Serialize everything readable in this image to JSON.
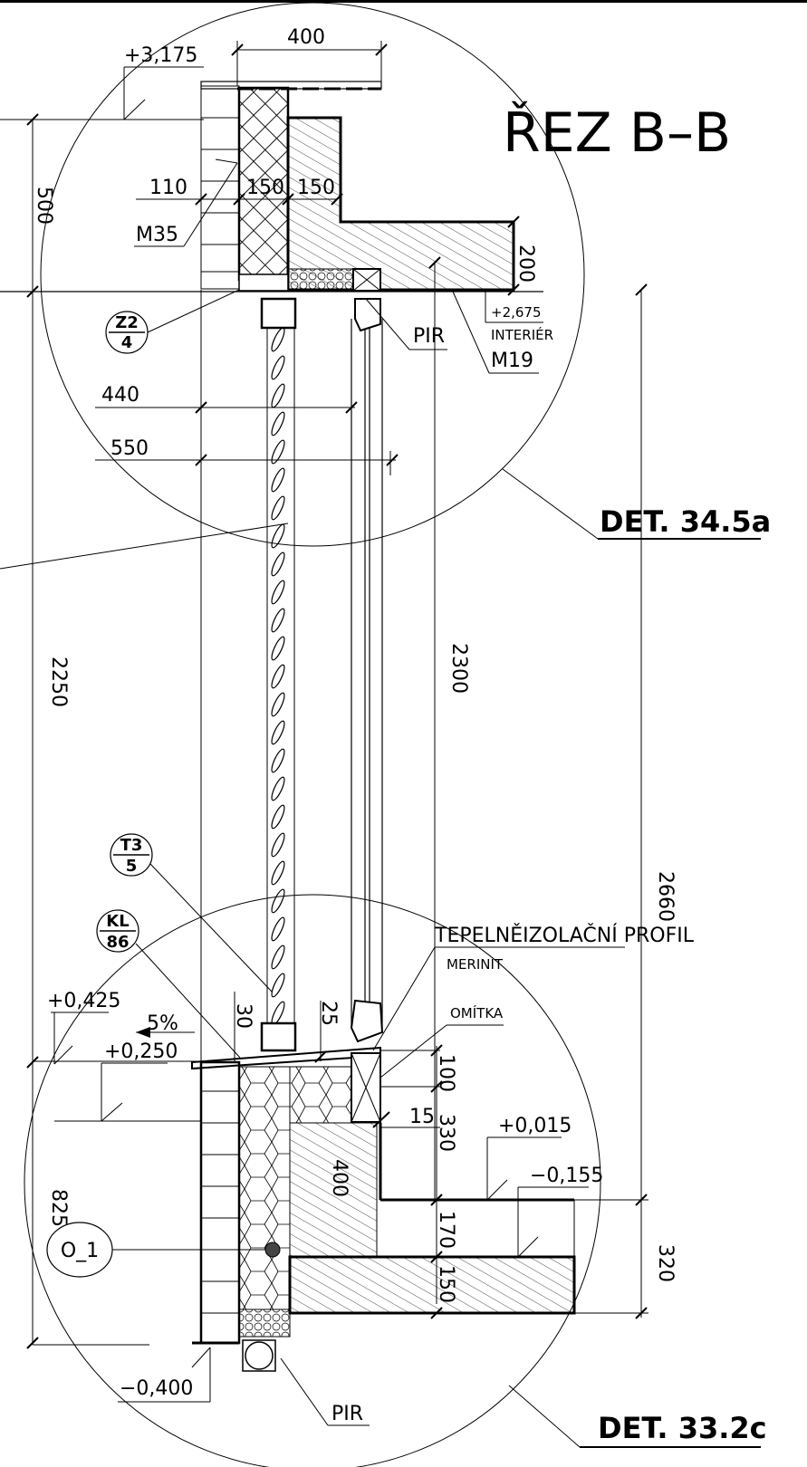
{
  "title": "ŘEZ B–B",
  "details": {
    "top": "DET. 34.5a",
    "bottom": "DET. 33.2c"
  },
  "levels": {
    "top_parapet": "+3,175",
    "interior": "+2,675",
    "interior_note": "INTERIÉR",
    "sill": "+0,425",
    "terrace": "+0,250",
    "floor": "+0,015",
    "slab_under": "−0,155",
    "ground": "−0,400"
  },
  "dims": {
    "d400": "400",
    "d110": "110",
    "d150a": "150",
    "d150b": "150",
    "d200": "200",
    "d440": "440",
    "d550": "550",
    "d500": "500",
    "d2250": "2250",
    "d2300": "2300",
    "d2660": "2660",
    "d30": "30",
    "d25": "25",
    "d100": "100",
    "d15": "15",
    "d330": "330",
    "d170": "170",
    "d150c": "150",
    "d320": "320",
    "d825": "825",
    "d400b": "400"
  },
  "slope": "5%",
  "labels": {
    "m35": "M35",
    "m19": "M19",
    "pir1": "PIR",
    "pir2": "PIR",
    "profile": "TEPELNĚIZOLAČNÍ PROFIL",
    "merinit": "MERINIT",
    "omitka": "OMÍTKA"
  },
  "bubbles": {
    "z2": {
      "top": "Z2",
      "bottom": "4"
    },
    "t3": {
      "top": "T3",
      "bottom": "5"
    },
    "kl": {
      "top": "KL",
      "bottom": "86"
    },
    "o1": "O_1"
  }
}
